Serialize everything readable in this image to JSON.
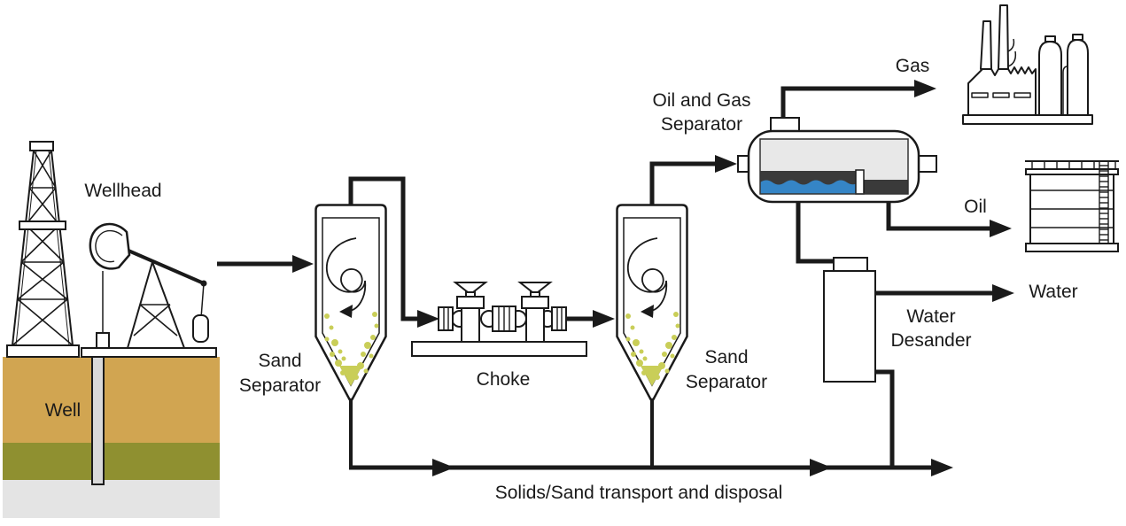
{
  "diagram": {
    "labels": {
      "wellhead": "Wellhead",
      "well": "Well",
      "sand_separator_1_line1": "Sand",
      "sand_separator_1_line2": "Separator",
      "choke": "Choke",
      "sand_separator_2_line1": "Sand",
      "sand_separator_2_line2": "Separator",
      "oil_gas_separator_line1": "Oil and Gas",
      "oil_gas_separator_line2": "Separator",
      "water_desander_line1": "Water",
      "water_desander_line2": "Desander",
      "gas": "Gas",
      "oil": "Oil",
      "water": "Water",
      "solids": "Solids/Sand transport and disposal"
    },
    "colors": {
      "line": "#1a1a1a",
      "sand": "#c9ce58",
      "water_blue": "#3585c6",
      "oil_dark": "#3a3a3a",
      "vessel_interior_gray": "#e8e8e8",
      "ground_tan": "#d1a551",
      "ground_olive": "#8f9030",
      "ground_subsoil_gray": "#e4e4e4",
      "well_pipe_gray": "#d9d9d9"
    },
    "icons": {
      "derrick": "derrick-icon",
      "pumpjack": "pumpjack-icon",
      "sand_separator": "cyclone-separator-icon",
      "choke": "choke-valve-icon",
      "oil_gas_separator": "horizontal-separator-icon",
      "water_desander": "desander-vessel-icon",
      "refinery": "refinery-icon",
      "storage_tank": "storage-tank-icon",
      "swirl": "swirl-arrow-icon",
      "flow": "flow-arrow-icon"
    }
  }
}
